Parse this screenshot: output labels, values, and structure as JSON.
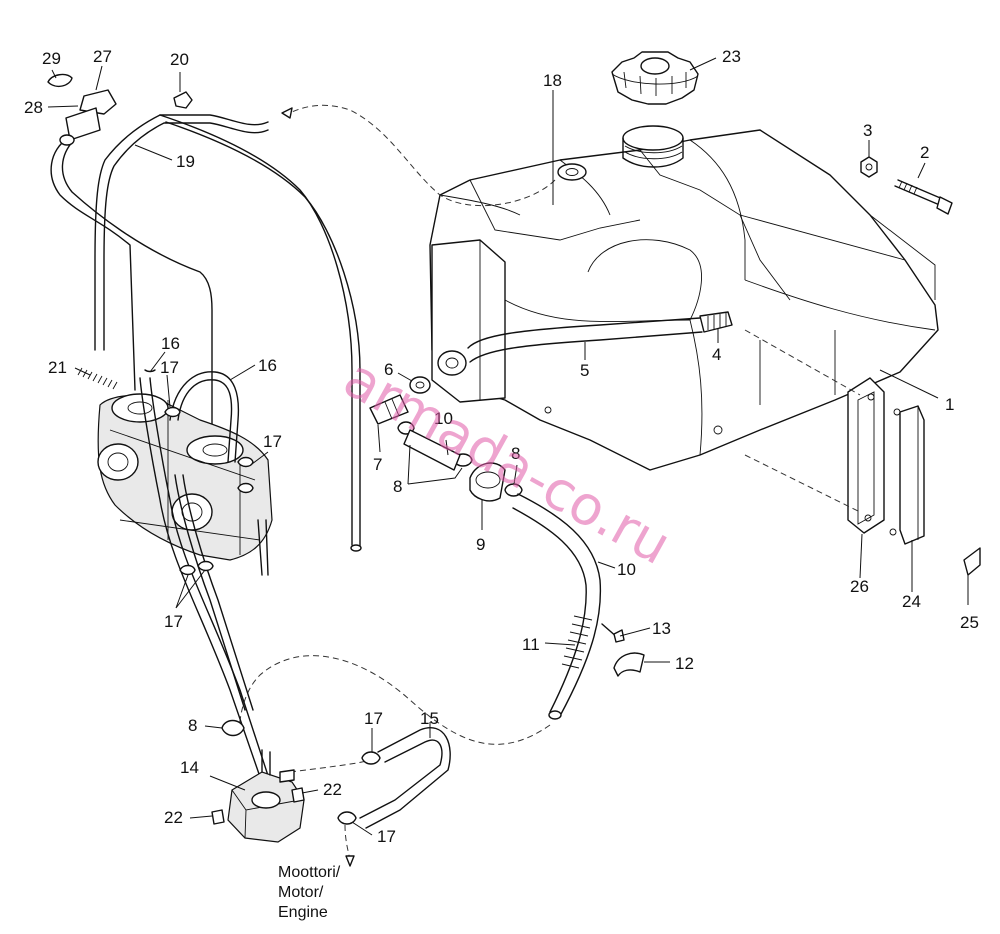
{
  "callouts": [
    {
      "id": "1",
      "text": "1"
    },
    {
      "id": "2",
      "text": "2"
    },
    {
      "id": "3",
      "text": "3"
    },
    {
      "id": "4",
      "text": "4"
    },
    {
      "id": "5",
      "text": "5"
    },
    {
      "id": "6",
      "text": "6"
    },
    {
      "id": "7",
      "text": "7"
    },
    {
      "id": "8a",
      "text": "8"
    },
    {
      "id": "8b",
      "text": "8"
    },
    {
      "id": "8c",
      "text": "8"
    },
    {
      "id": "9",
      "text": "9"
    },
    {
      "id": "10a",
      "text": "10"
    },
    {
      "id": "10b",
      "text": "10"
    },
    {
      "id": "11",
      "text": "11"
    },
    {
      "id": "12",
      "text": "12"
    },
    {
      "id": "13",
      "text": "13"
    },
    {
      "id": "14",
      "text": "14"
    },
    {
      "id": "15",
      "text": "15"
    },
    {
      "id": "16a",
      "text": "16"
    },
    {
      "id": "16b",
      "text": "16"
    },
    {
      "id": "17a",
      "text": "17"
    },
    {
      "id": "17b",
      "text": "17"
    },
    {
      "id": "17c",
      "text": "17"
    },
    {
      "id": "17d",
      "text": "17"
    },
    {
      "id": "17e",
      "text": "17"
    },
    {
      "id": "18",
      "text": "18"
    },
    {
      "id": "19",
      "text": "19"
    },
    {
      "id": "20",
      "text": "20"
    },
    {
      "id": "21",
      "text": "21"
    },
    {
      "id": "22a",
      "text": "22"
    },
    {
      "id": "22b",
      "text": "22"
    },
    {
      "id": "23",
      "text": "23"
    },
    {
      "id": "24",
      "text": "24"
    },
    {
      "id": "25",
      "text": "25"
    },
    {
      "id": "26",
      "text": "26"
    },
    {
      "id": "27",
      "text": "27"
    },
    {
      "id": "28",
      "text": "28"
    },
    {
      "id": "29",
      "text": "29"
    }
  ],
  "engine_label": [
    "Moottori/",
    "Motor/",
    "Engine"
  ],
  "watermark": "armada-co.ru",
  "colors": {
    "line": "#111111",
    "watermark": "#e05aa8",
    "background": "#ffffff"
  }
}
